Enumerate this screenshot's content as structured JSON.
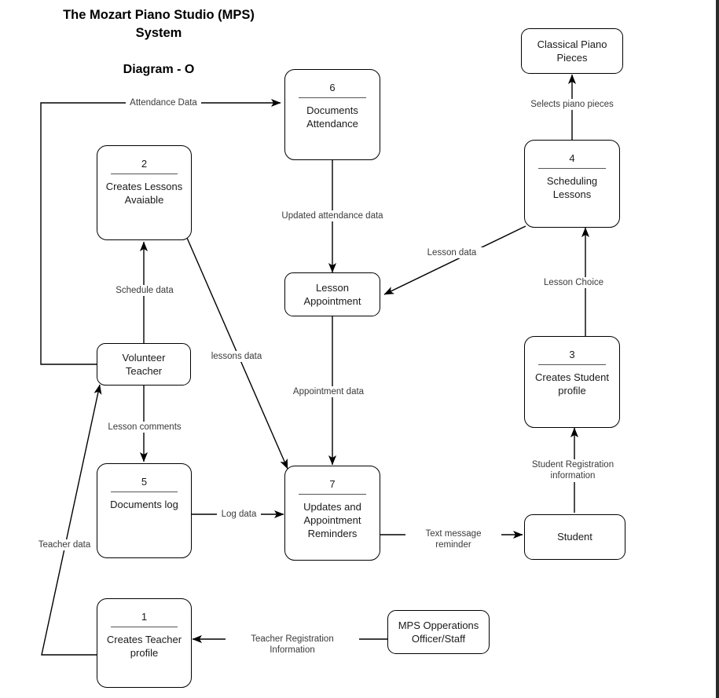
{
  "title": {
    "main": "The Mozart Piano Studio (MPS)\nSystem",
    "sub": "Diagram - O"
  },
  "colors": {
    "stroke": "#000000",
    "label_text": "#3a3a3a",
    "node_text": "#1a1a1a",
    "background": "#ffffff",
    "right_strip": "#2b2b2b"
  },
  "nodes": [
    {
      "id": "classical-piano-pieces",
      "kind": "store",
      "label": "Classical Piano Pieces",
      "num": ""
    },
    {
      "id": "process-6",
      "kind": "process",
      "label": "Documents\nAttendance",
      "num": "6"
    },
    {
      "id": "process-4",
      "kind": "process",
      "label": "Scheduling\nLessons",
      "num": "4"
    },
    {
      "id": "process-2",
      "kind": "process",
      "label": "Creates Lessons\nAvaiable",
      "num": "2"
    },
    {
      "id": "lesson-appointment",
      "kind": "store",
      "label": "Lesson Appointment",
      "num": ""
    },
    {
      "id": "process-3",
      "kind": "process",
      "label": "Creates Student\nprofile",
      "num": "3"
    },
    {
      "id": "volunteer-teacher",
      "kind": "entity",
      "label": "Volunteer Teacher",
      "num": ""
    },
    {
      "id": "process-5",
      "kind": "process",
      "label": "Documents log",
      "num": "5"
    },
    {
      "id": "process-7",
      "kind": "process",
      "label": "Updates and\nAppointment\nReminders",
      "num": "7"
    },
    {
      "id": "student",
      "kind": "entity",
      "label": "Student",
      "num": ""
    },
    {
      "id": "process-1",
      "kind": "process",
      "label": "Creates Teacher\nprofile",
      "num": "1"
    },
    {
      "id": "mps-operations-officer",
      "kind": "entity",
      "label": "MPS Opperations\nOfficer/Staff",
      "num": ""
    }
  ],
  "flows": [
    {
      "id": "attendance-data",
      "label": "Attendance Data",
      "from": "volunteer-teacher",
      "to": "process-6"
    },
    {
      "id": "selects-piano-pieces",
      "label": "Selects piano pieces",
      "from": "process-4",
      "to": "classical-piano-pieces"
    },
    {
      "id": "updated-attendance-data",
      "label": "Updated attendance data",
      "from": "process-6",
      "to": "lesson-appointment"
    },
    {
      "id": "lesson-data",
      "label": "Lesson data",
      "from": "process-4",
      "to": "lesson-appointment"
    },
    {
      "id": "lesson-choice",
      "label": "Lesson Choice",
      "from": "process-3",
      "to": "process-4"
    },
    {
      "id": "schedule-data",
      "label": "Schedule data",
      "from": "volunteer-teacher",
      "to": "process-2"
    },
    {
      "id": "lessons-data",
      "label": "lessons data",
      "from": "process-2",
      "to": "process-7"
    },
    {
      "id": "appointment-data",
      "label": "Appointment data",
      "from": "lesson-appointment",
      "to": "process-7"
    },
    {
      "id": "lesson-comments",
      "label": "Lesson comments",
      "from": "volunteer-teacher",
      "to": "process-5"
    },
    {
      "id": "log-data",
      "label": "Log data",
      "from": "process-5",
      "to": "process-7"
    },
    {
      "id": "text-message-reminder",
      "label": "Text message reminder",
      "from": "process-7",
      "to": "student"
    },
    {
      "id": "student-registration-information",
      "label": "Student Registration\ninformation",
      "from": "student",
      "to": "process-3"
    },
    {
      "id": "teacher-data",
      "label": "Teacher data",
      "from": "process-1",
      "to": "volunteer-teacher"
    },
    {
      "id": "teacher-registration-information",
      "label": "Teacher Registration Information",
      "from": "mps-operations-officer",
      "to": "process-1"
    }
  ]
}
